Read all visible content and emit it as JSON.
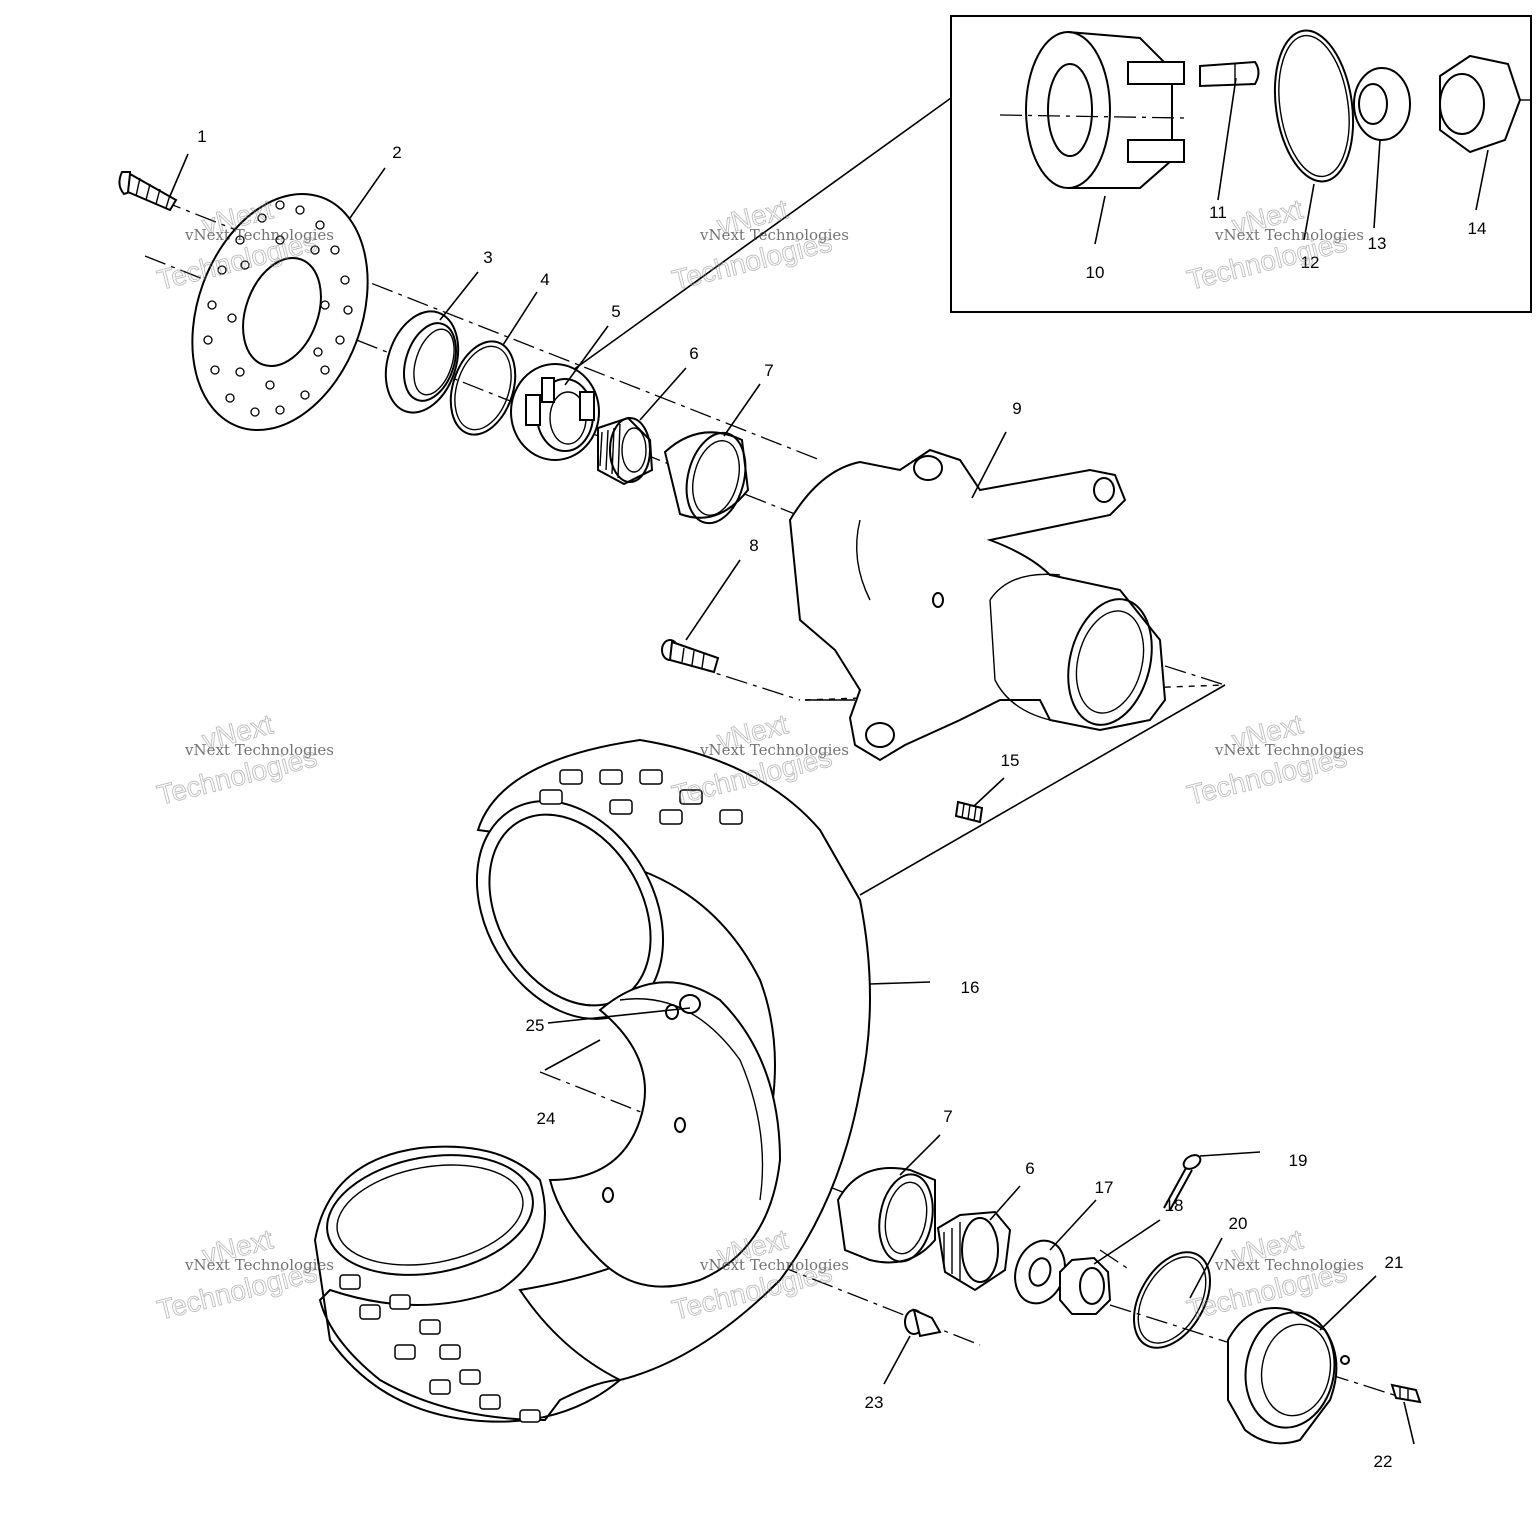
{
  "watermark": {
    "line1": "vNext Technologies",
    "line2a": "vNext",
    "line2b": "Technologies"
  },
  "callouts": {
    "c1": "1",
    "c2": "2",
    "c3": "3",
    "c4": "4",
    "c5": "5",
    "c6a": "6",
    "c6b": "6",
    "c7a": "7",
    "c7b": "7",
    "c8": "8",
    "c9": "9",
    "c10": "10",
    "c11": "11",
    "c12": "12",
    "c13": "13",
    "c14": "14",
    "c15": "15",
    "c16": "16",
    "c17": "17",
    "c18": "18",
    "c19": "19",
    "c20": "20",
    "c21": "21",
    "c22": "22",
    "c23": "23",
    "c24": "24",
    "c25": "25"
  }
}
